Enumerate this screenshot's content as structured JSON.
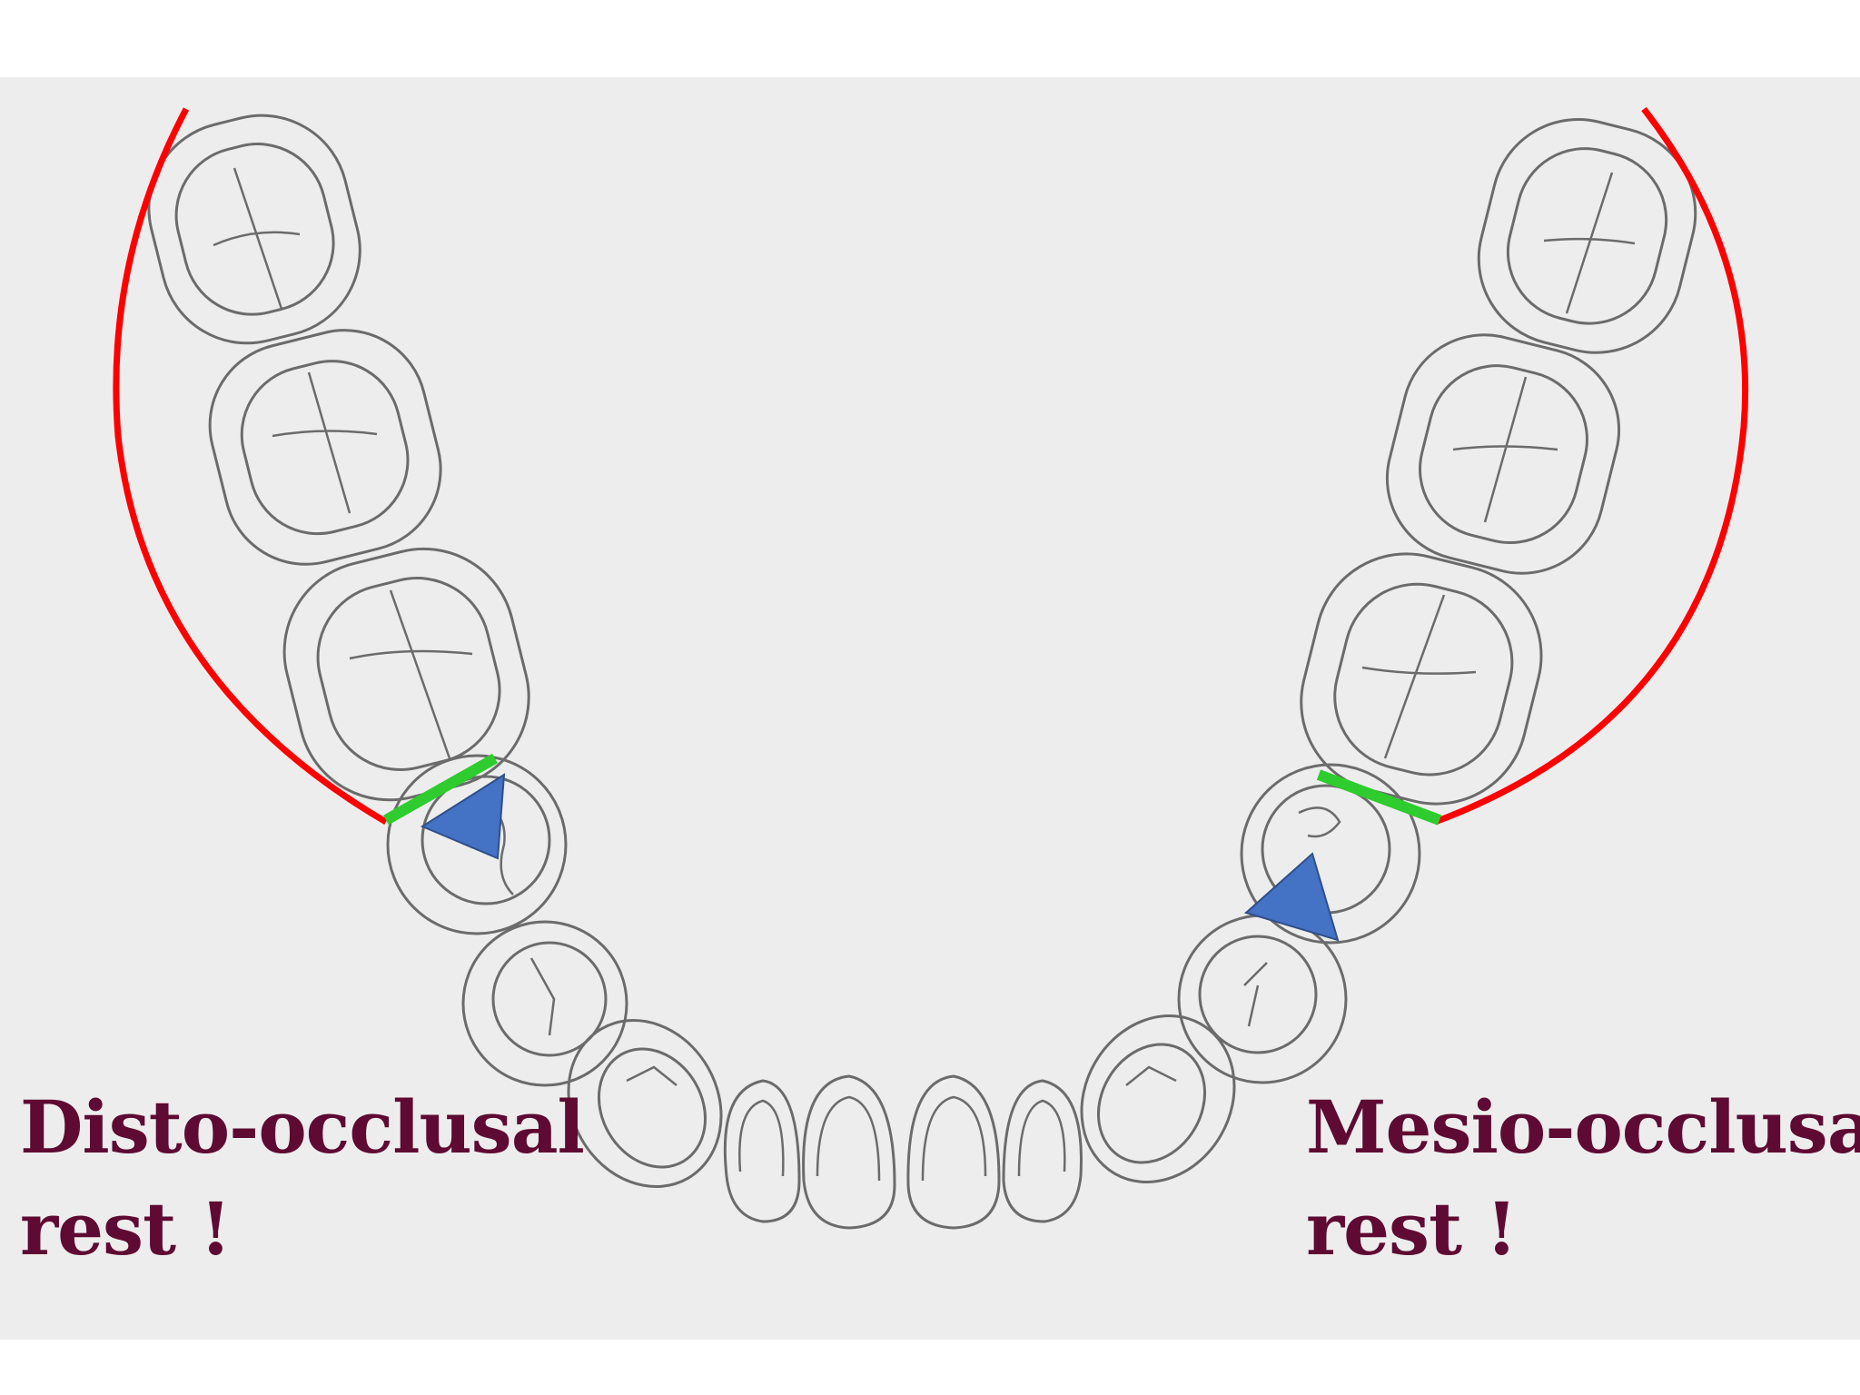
{
  "colors": {
    "background": "#eeeded",
    "tooth_outline": "#6b6b6b",
    "edentulous_span": "#ff0000",
    "rest_boundary": "#2ecc2e",
    "rest_marker": "#4472c4",
    "caption_text": "#5e0a32"
  },
  "captions": {
    "left": {
      "line1": "Disto-occlusal",
      "line2": "rest !"
    },
    "right": {
      "line1": "Mesio-occlusal",
      "line2": "rest !"
    }
  },
  "icons": {
    "rest_marker": "triangle-icon",
    "missing_teeth_span": "arc-icon"
  }
}
